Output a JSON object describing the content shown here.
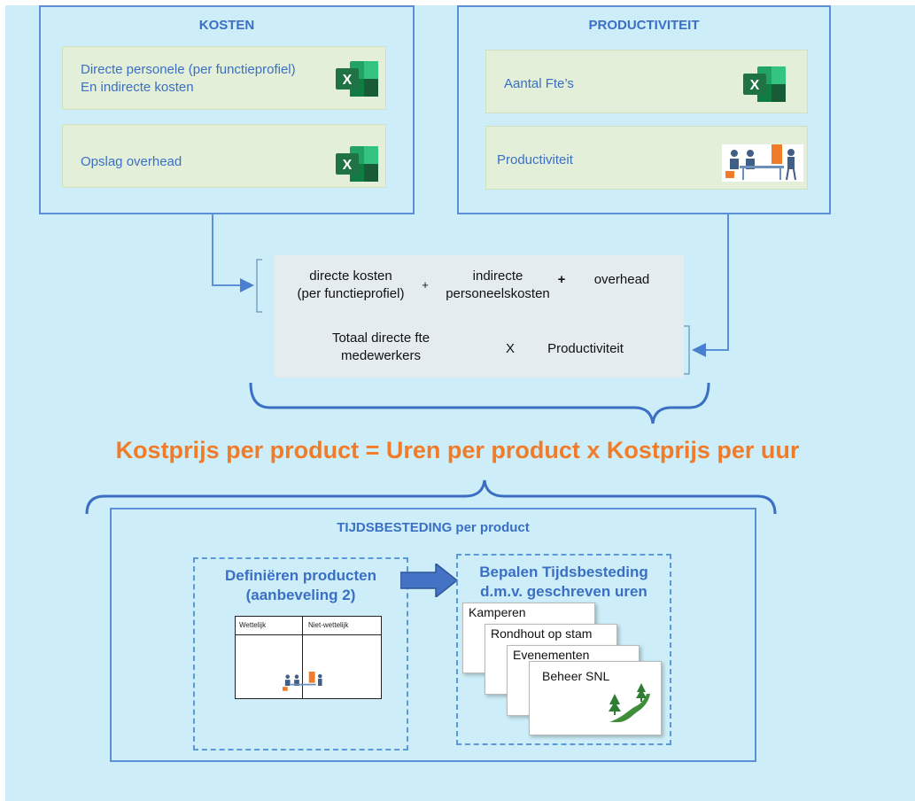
{
  "kosten": {
    "title": "KOSTEN",
    "items": [
      {
        "label_line1": "Directe personele (per functieprofiel)",
        "label_line2": "En indirecte kosten",
        "icon": "excel-icon"
      },
      {
        "label_line1": "Opslag overhead",
        "icon": "excel-icon"
      }
    ]
  },
  "productiviteit": {
    "title": "PRODUCTIVITEIT",
    "items": [
      {
        "label": "Aantal Fte’s",
        "icon": "excel-icon"
      },
      {
        "label": "Productiviteit",
        "icon": "meeting-people-icon"
      }
    ]
  },
  "formula": {
    "numerator": {
      "term1_line1": "directe kosten",
      "term1_line2": "(per functieprofiel)",
      "plus1": "+",
      "term2_line1": "indirecte",
      "term2_line2": "personeelskosten",
      "plus2": "+",
      "term3": "overhead"
    },
    "denominator": {
      "term1_line1": "Totaal directe fte",
      "term1_line2": "medewerkers",
      "times": "X",
      "term2": "Productiviteit"
    }
  },
  "headline": "Kostprijs per product = Uren per product x Kostprijs per uur",
  "tijdsbesteding": {
    "title": "TIJDSBESTEDING per product",
    "left": {
      "title_line1": "Definiëren producten",
      "title_line2": "(aanbeveling 2)",
      "table_headers": [
        "Wettelijk",
        "Niet-wettelijk"
      ]
    },
    "right": {
      "title_line1": "Bepalen Tijdsbesteding",
      "title_line2": "d.m.v. geschreven uren",
      "cards": [
        "Kamperen",
        "Rondhout op stam",
        "Evenementen",
        "Beheer SNL"
      ]
    }
  },
  "colors": {
    "background": "#cdeef8",
    "accent_blue": "#3a6fc4",
    "headline_orange": "#f07c2a",
    "excel_green": "#1f7244"
  }
}
